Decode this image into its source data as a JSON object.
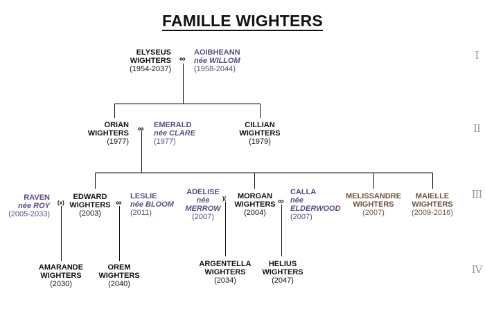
{
  "title": "FAMILLE WIGHTERS",
  "generations": [
    "I",
    "II",
    "III",
    "IV"
  ],
  "symbols": {
    "married": "∞",
    "divorced_x": "(x)",
    "separated": ")("
  },
  "colors": {
    "blood": "#111111",
    "spouse": "#5a4a86",
    "sibling": "#6b5338",
    "line": "#111111",
    "generation": "#999999"
  },
  "people": {
    "elyseus": {
      "first": "ELYSEUS",
      "last": "WIGHTERS",
      "dates": "(1954-2037)"
    },
    "aoibheann": {
      "first": "AOIBHEANN",
      "nee": "née WILLOM",
      "dates": "(1958-2044)"
    },
    "orian": {
      "first": "ORIAN",
      "last": "WIGHTERS",
      "dates": "(1977)"
    },
    "emerald": {
      "first": "EMERALD",
      "nee": "née CLARE",
      "dates": "(1977)"
    },
    "cillian": {
      "first": "CILLIAN",
      "last": "WIGHTERS",
      "dates": "(1979)"
    },
    "raven": {
      "first": "RAVEN",
      "nee": "née ROY",
      "dates": "(2005-2033)"
    },
    "edward": {
      "first": "EDWARD",
      "last": "WIGHTERS",
      "dates": "(2003)"
    },
    "leslie": {
      "first": "LESLIE",
      "nee": "née BLOOM",
      "dates": "(2011)"
    },
    "adelise": {
      "first": "ADELISE",
      "nee1": "née",
      "nee2": "MERROW",
      "dates": "(2007)"
    },
    "morgan": {
      "first": "MORGAN",
      "last": "WIGHTERS",
      "dates": "(2004)"
    },
    "calla": {
      "first": "CALLA",
      "nee1": "née",
      "nee2": "ELDERWOOD",
      "dates": "(2007)"
    },
    "melissandre": {
      "first": "MELISSANDRE",
      "last": "WIGHTERS",
      "dates": "(2007)"
    },
    "maielle": {
      "first": "MAIELLE",
      "last": "WIGHTERS",
      "dates": "(2009-2016)"
    },
    "amarande": {
      "first": "AMARANDE",
      "last": "WIGHTERS",
      "dates": "(2030)"
    },
    "orem": {
      "first": "OREM",
      "last": "WIGHTERS",
      "dates": "(2040)"
    },
    "argentella": {
      "first": "ARGENTELLA",
      "last": "WIGHTERS",
      "dates": "(2034)"
    },
    "helius": {
      "first": "HELIUS",
      "last": "WIGHTERS",
      "dates": "(2047)"
    }
  }
}
